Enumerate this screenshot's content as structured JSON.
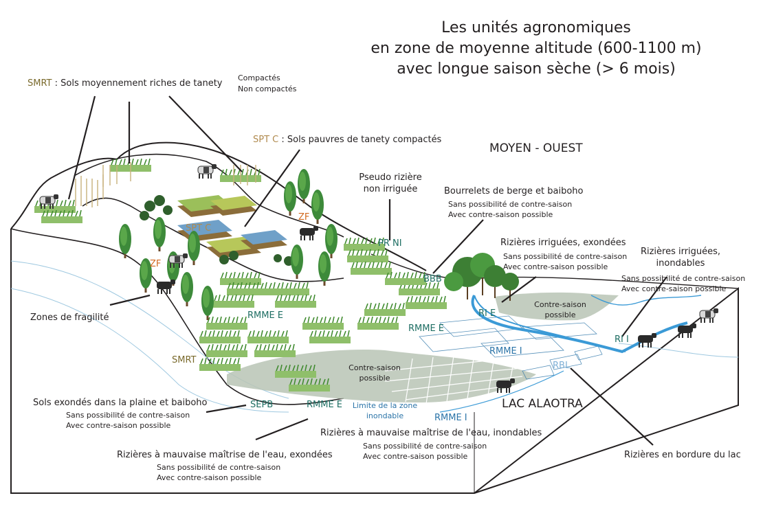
{
  "title": {
    "line1": "Les unités agronomiques",
    "line2": "en zone de moyenne altitude (600-1100 m)",
    "line3": "avec longue saison sèche (> 6 mois)"
  },
  "legend": {
    "smrt_code": "SMRT",
    "smrt_desc": " : Sols moyennement riches de tanety",
    "compactes": "Compactés",
    "non_compactes": "Non compactés",
    "sptc_code": "SPT C",
    "sptc_desc": " : Sols pauvres de tanety compactés"
  },
  "regions": {
    "moyen_ouest": "MOYEN - OUEST",
    "lac": "LAC ALAOTRA"
  },
  "callouts": {
    "pseudo_line1": "Pseudo rizière",
    "pseudo_line2": "non irriguée",
    "bourrelets_title": "Bourrelets de berge et baiboho",
    "bourrelets_sans": "Sans possibilité de contre-saison",
    "bourrelets_avec": "Avec contre-saison possible",
    "rie_title": "Rizières irriguées, exondées",
    "rie_sans": "Sans possibilité de contre-saison",
    "rie_avec": "Avec contre-saison possible",
    "rii_title1": "Rizières irriguées,",
    "rii_title2": "inondables",
    "rii_sans": "Sans possibilité de contre-saison",
    "rii_avec": "Avec contre-saison possible",
    "fragilite": "Zones de fragilité",
    "sols_exondes_title": "Sols exondés dans la plaine et baiboho",
    "sols_exondes_sans": "Sans possibilité de contre-saison",
    "sols_exondes_avec": "Avec contre-saison possible",
    "rmme_inond_title": "Rizières à mauvaise maîtrise de l'eau, inondables",
    "rmme_inond_sans": "Sans possibilité de contre-saison",
    "rmme_inond_avec": "Avec contre-saison possible",
    "rmme_exond_title": "Rizières à mauvaise maîtrise de l'eau, exondées",
    "rmme_exond_sans": "Sans possibilité de contre-saison",
    "rmme_exond_avec": "Avec contre-saison possible",
    "bordure": "Rizières en bordure du lac"
  },
  "map_labels": {
    "sptc": "SPT C",
    "zf1": "ZF",
    "zf2": "ZF",
    "prni": "PR NI",
    "bbb": "BBB",
    "rie": "RI E",
    "rii": "RI I",
    "rmme_e1": "RMME E",
    "rmme_e2": "RMME E",
    "rmme_e3": "RMME E",
    "rmme_i1": "RMME I",
    "rmme_i2": "RMME I",
    "rbl": "RBL",
    "smrt": "SMRT",
    "sepb": "SEPB",
    "contre_saison1": "Contre-saison",
    "contre_saison1b": "possible",
    "contre_saison2": "Contre-saison",
    "contre_saison2b": "possible",
    "limite1": "Limite de la zone",
    "limite2": "inondable"
  },
  "colors": {
    "ink": "#231f20",
    "olive": "#7a6a2c",
    "tan": "#b08a4e",
    "orange": "#d2691e",
    "teal": "#1e6e63",
    "river": "#3b9ad6",
    "field_green": "#4e9a3a",
    "grey_zone": "#b9c4b5"
  },
  "icons": [
    "cow-icon",
    "tree-icon",
    "rice-field-icon"
  ]
}
